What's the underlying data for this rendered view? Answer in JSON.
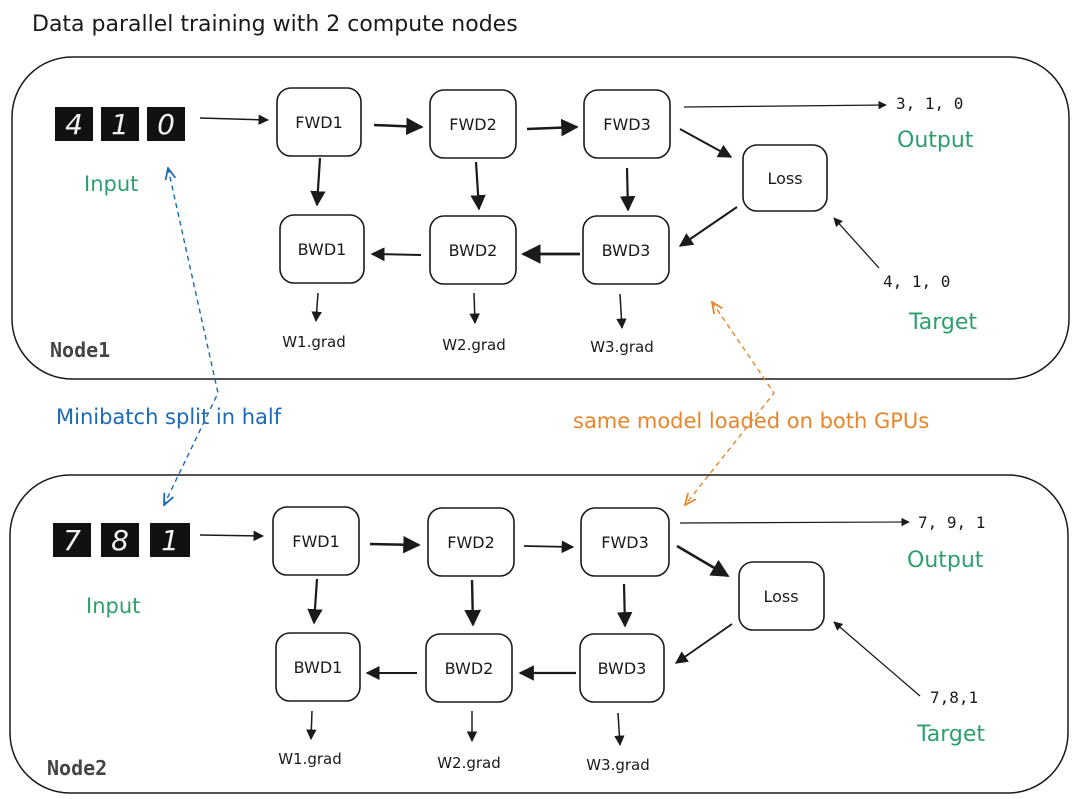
{
  "title": "Data parallel training with 2 compute nodes",
  "colors": {
    "ink": "#1a1a1a",
    "green": "#2f9e6e",
    "blue": "#1c6ab8",
    "orange": "#e8852a",
    "node_label": "#444444"
  },
  "annotations": {
    "minibatch": "Minibatch split in half",
    "same_model": "same model loaded on both GPUs"
  },
  "nodes": [
    {
      "name": "Node1",
      "input_digits": [
        "4",
        "1",
        "0"
      ],
      "input_label": "Input",
      "fwd": [
        "FWD1",
        "FWD2",
        "FWD3"
      ],
      "bwd": [
        "BWD1",
        "BWD2",
        "BWD3"
      ],
      "grads": [
        "W1.grad",
        "W2.grad",
        "W3.grad"
      ],
      "loss": "Loss",
      "output_value": "3, 1, 0",
      "output_label": "Output",
      "target_value": "4, 1, 0",
      "target_label": "Target"
    },
    {
      "name": "Node2",
      "input_digits": [
        "7",
        "8",
        "1"
      ],
      "input_label": "Input",
      "fwd": [
        "FWD1",
        "FWD2",
        "FWD3"
      ],
      "bwd": [
        "BWD1",
        "BWD2",
        "BWD3"
      ],
      "grads": [
        "W1.grad",
        "W2.grad",
        "W3.grad"
      ],
      "loss": "Loss",
      "output_value": "7, 9, 1",
      "output_label": "Output",
      "target_value": "7,8,1",
      "target_label": "Target"
    }
  ]
}
